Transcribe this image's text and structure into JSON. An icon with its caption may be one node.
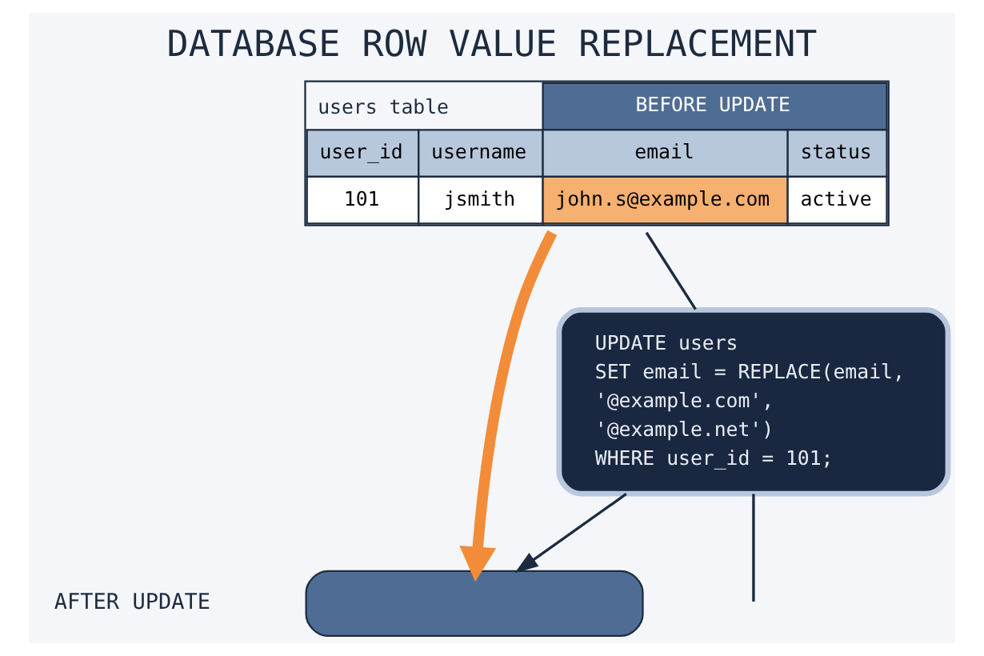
{
  "diagram": {
    "title": "DATABASE ROW VALUE REPLACEMENT",
    "nodes": [
      {
        "text": [
          "users table",
          "BEFORE UPDATE",
          "user_id",
          "username",
          "email",
          "status",
          "101",
          "jsmith",
          "john.s@example.com",
          "active"
        ]
      },
      {
        "text": [
          "UPDATE users",
          "SET email = REPLACE(email,",
          "'@example.com',",
          "'@example.net')",
          "WHERE user_id = 101;"
        ]
      },
      {
        "text": [],
        "shape": "box"
      }
    ],
    "labels": [
      "AFTER UPDATE"
    ],
    "edges": [
      {
        "from": 0,
        "to": 1,
        "arrow": "none"
      },
      {
        "from": 0,
        "to": 2,
        "arrow": "to",
        "style": "thick",
        "color": "#f28c38"
      },
      {
        "from": 1,
        "to": 2,
        "arrow": "to"
      },
      {
        "from": 1,
        "to": null,
        "arrow": "none"
      }
    ]
  }
}
